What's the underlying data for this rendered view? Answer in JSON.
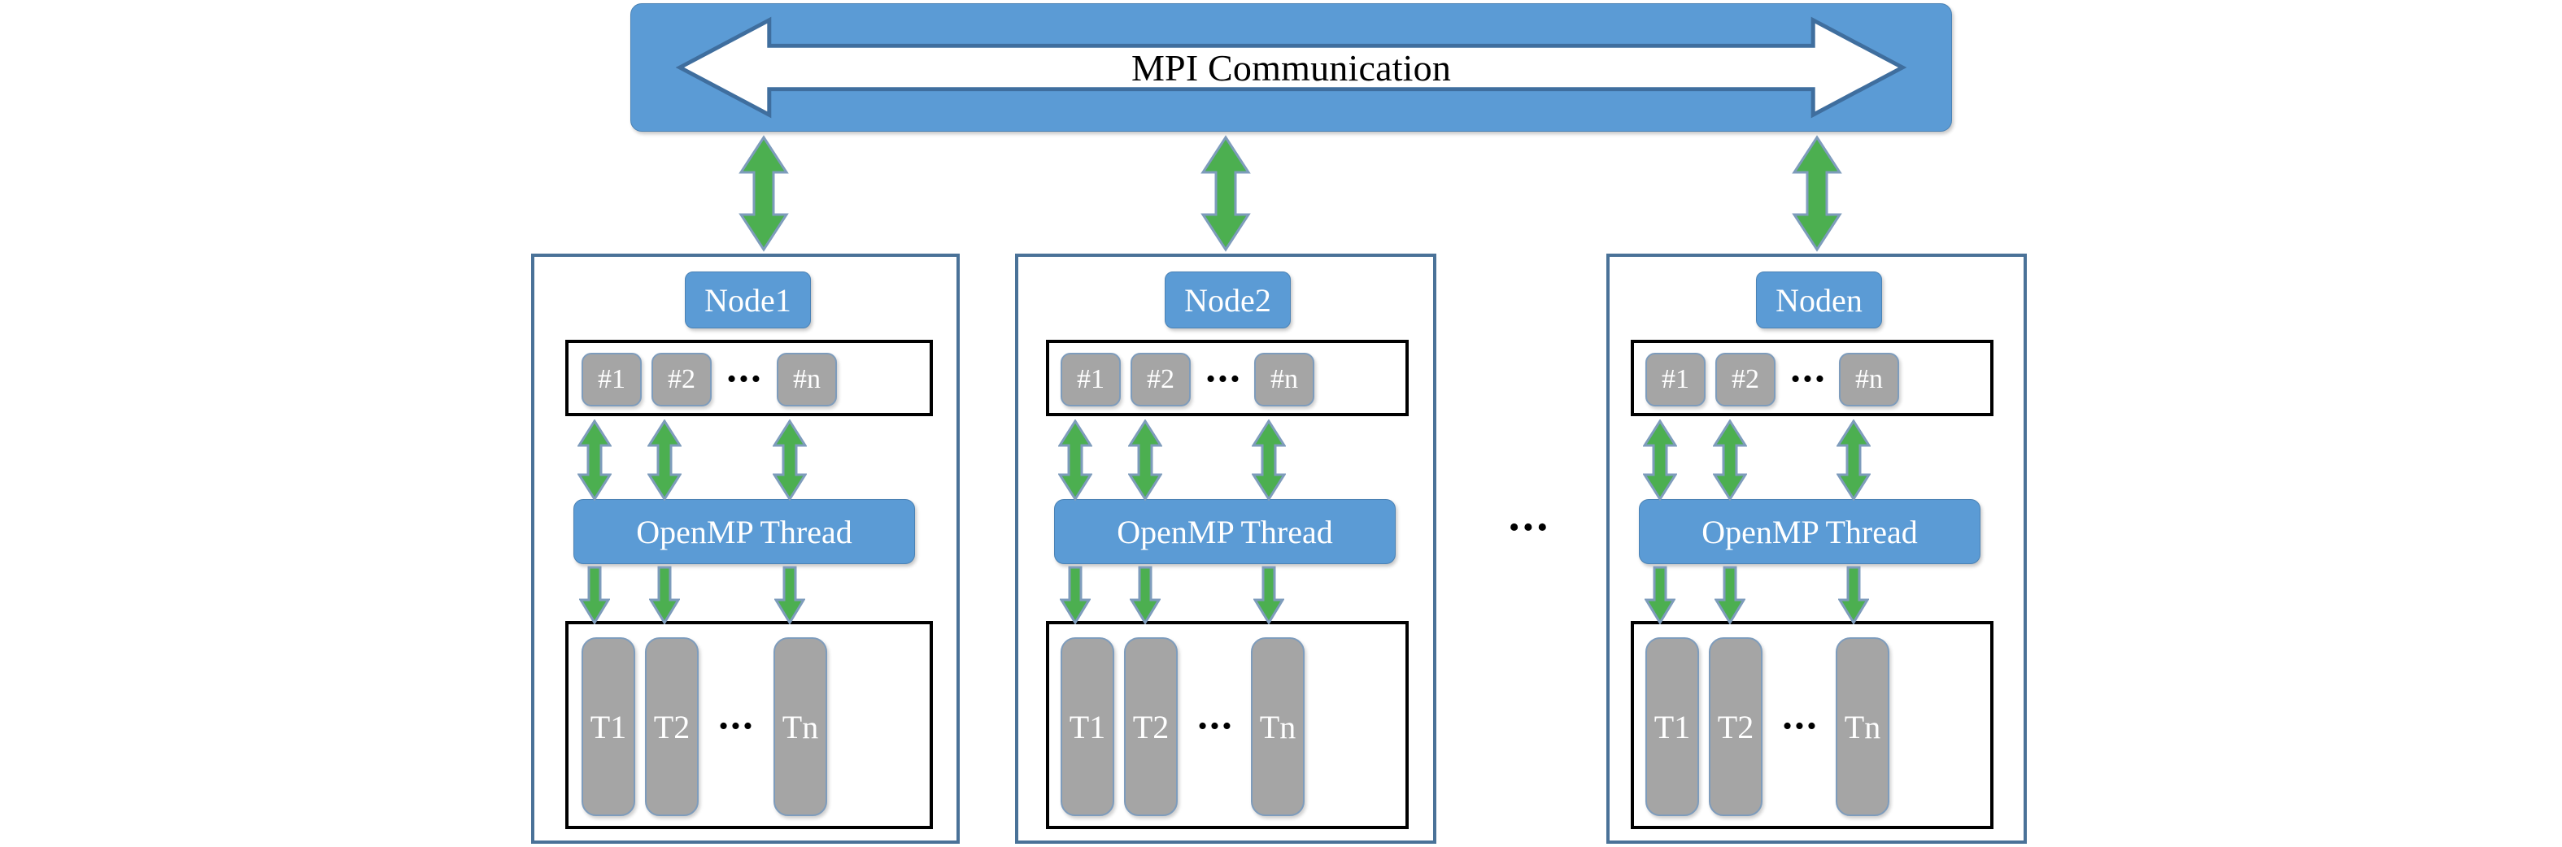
{
  "diagram": {
    "title": "MPI Communication",
    "colors": {
      "accent_blue": "#5B9BD5",
      "node_border_blue": "#4A7298",
      "chip_gray": "#A5A5A5",
      "chip_border": "#7E9CBC",
      "arrow_green": "#4CAF50",
      "arrow_green_outline": "#7E9CBC",
      "strip_border": "#000000",
      "background": "#FFFFFF"
    },
    "banner": {
      "label": "MPI Communication",
      "icon": "double-headed-horizontal-arrow",
      "fill": "#5B9BD5",
      "arrow_fill": "#FFFFFF"
    },
    "node_gap_ellipsis": "•••",
    "nodes": [
      {
        "id": "node1",
        "label": "Node1",
        "cores": {
          "label_group": "cores",
          "items": [
            "#1",
            "#2",
            "#n"
          ],
          "ellipsis": "•••"
        },
        "openmp": {
          "label": "OpenMP Thread"
        },
        "threads": {
          "label_group": "threads",
          "items": [
            "T1",
            "T2",
            "Tn"
          ],
          "ellipsis": "•••"
        }
      },
      {
        "id": "node2",
        "label": "Node2",
        "cores": {
          "label_group": "cores",
          "items": [
            "#1",
            "#2",
            "#n"
          ],
          "ellipsis": "•••"
        },
        "openmp": {
          "label": "OpenMP Thread"
        },
        "threads": {
          "label_group": "threads",
          "items": [
            "T1",
            "T2",
            "Tn"
          ],
          "ellipsis": "•••"
        }
      },
      {
        "id": "noden",
        "label": "Noden",
        "cores": {
          "label_group": "cores",
          "items": [
            "#1",
            "#2",
            "#n"
          ],
          "ellipsis": "•••"
        },
        "openmp": {
          "label": "OpenMP Thread"
        },
        "threads": {
          "label_group": "threads",
          "items": [
            "T1",
            "T2",
            "Tn"
          ],
          "ellipsis": "•••"
        }
      }
    ],
    "connectors": {
      "mpi_to_node": "double-headed-vertical-arrow",
      "cores_to_openmp": "double-headed-vertical-arrow",
      "openmp_to_threads": "down-arrow"
    }
  }
}
